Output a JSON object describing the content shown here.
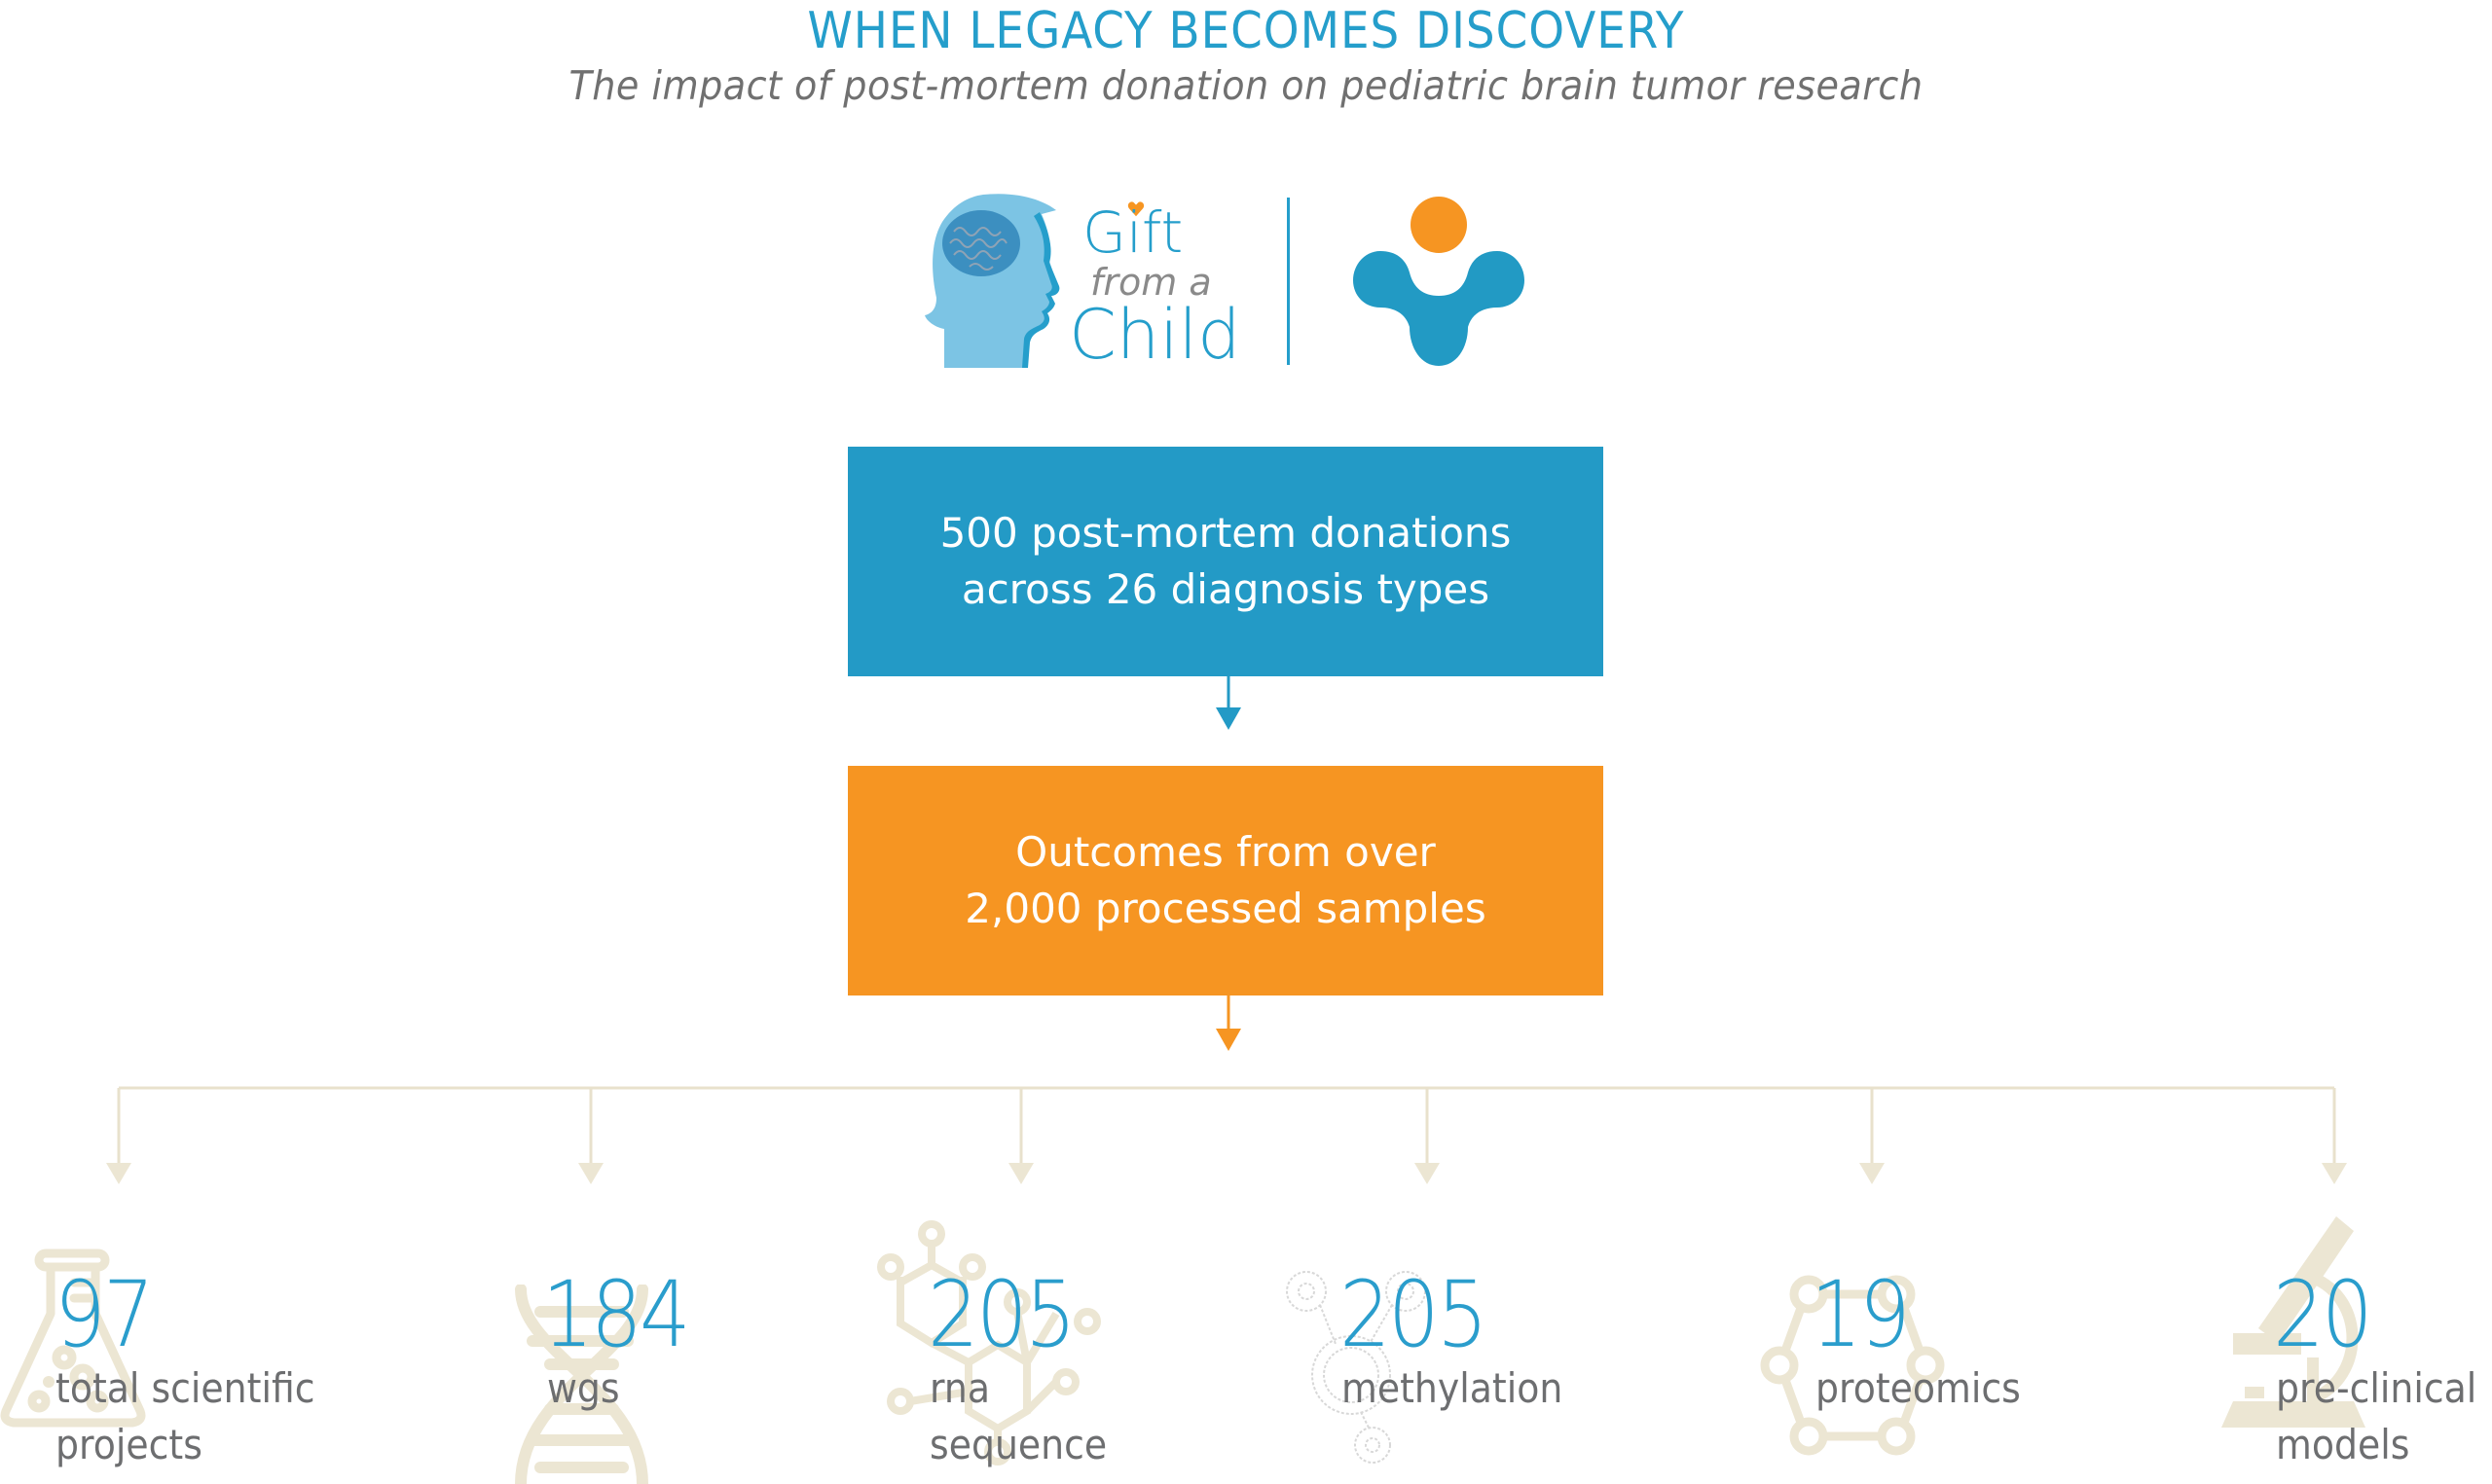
{
  "header": {
    "title": "WHEN LEGACY BECOMES DISCOVERY",
    "subtitle": "The impact of post-mortem donation on pediatric brain tumor research"
  },
  "logos": {
    "primary": {
      "line1": "Gift",
      "line2": "from a",
      "line3": "Child",
      "icon": "child-head-brain-icon"
    },
    "partner": {
      "icon": "partner-logo-icon"
    }
  },
  "flow": {
    "donations_box": {
      "line1": "500 post-mortem donations",
      "line2": "across 26 diagnosis types"
    },
    "outcomes_box": {
      "line1": "Outcomes from over",
      "line2": "2,000 processed samples"
    }
  },
  "outcomes": [
    {
      "value": "97",
      "label_line1": "total scientific",
      "label_line2": "projects",
      "icon": "flask-icon"
    },
    {
      "value": "184",
      "label_line1": "wgs",
      "label_line2": "",
      "icon": "dna-icon"
    },
    {
      "value": "205",
      "label_line1": "rna",
      "label_line2": "sequence",
      "icon": "molecule-icon"
    },
    {
      "value": "205",
      "label_line1": "methylation",
      "label_line2": "",
      "icon": "methylation-icon"
    },
    {
      "value": "19",
      "label_line1": "proteomics",
      "label_line2": "",
      "icon": "protein-ring-icon"
    },
    {
      "value": "20",
      "label_line1": "pre-clinical",
      "label_line2": "models",
      "icon": "microscope-icon"
    }
  ],
  "colors": {
    "brand_blue": "#239ac6",
    "brand_orange": "#f69522",
    "number_blue": "#2a9dcc",
    "label_grey": "#6d6e70",
    "icon_beige": "#ece6d3"
  }
}
